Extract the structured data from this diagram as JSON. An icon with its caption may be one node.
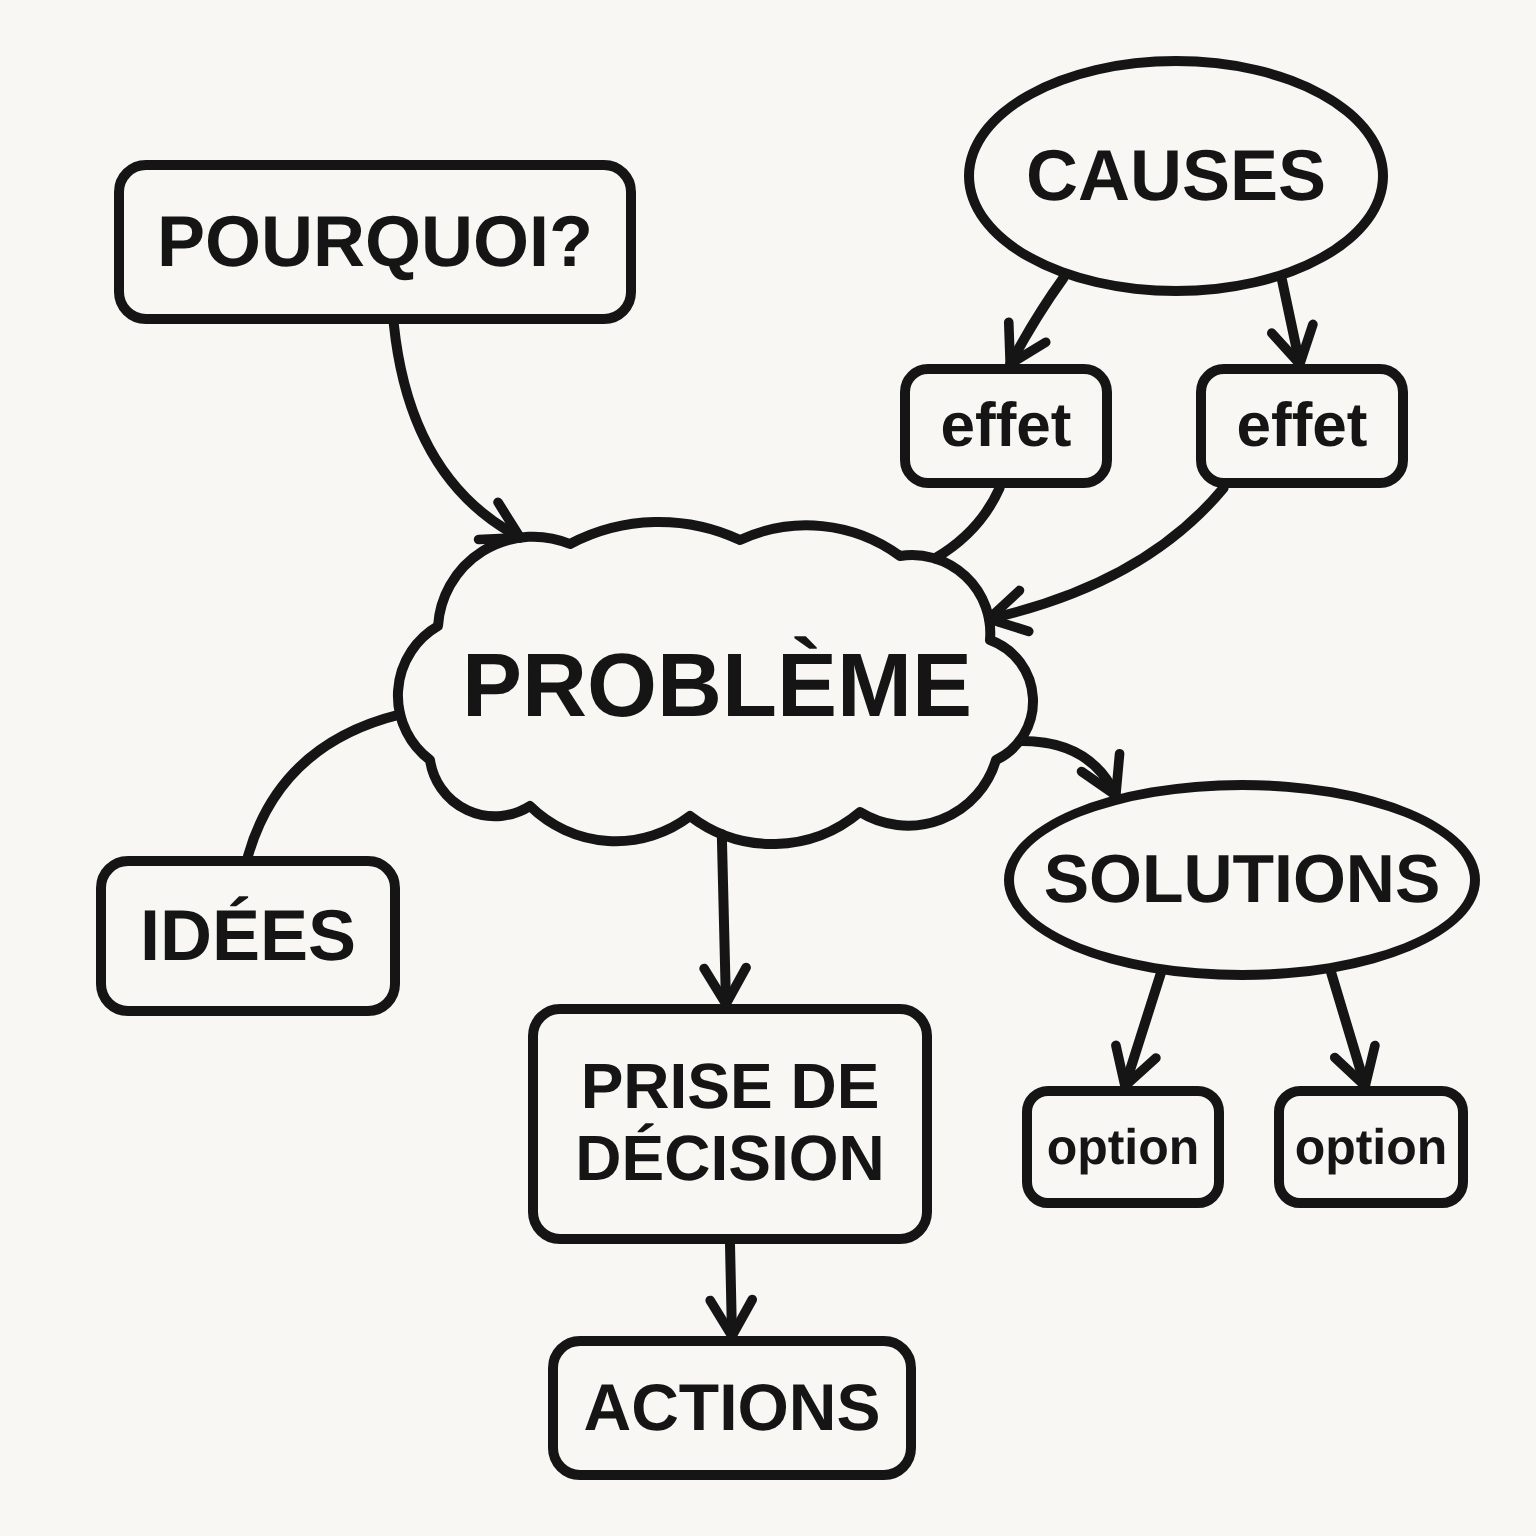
{
  "diagram": {
    "nodes": [
      {
        "text": [
          "POURQUOI?"
        ]
      },
      {
        "text": [
          "CAUSES"
        ]
      },
      {
        "text": [
          "effet"
        ]
      },
      {
        "text": [
          "effet"
        ]
      },
      {
        "text": [
          "PROBLÈME"
        ]
      },
      {
        "text": [
          "IDÉES"
        ]
      },
      {
        "text": [
          "SOLUTIONS"
        ]
      },
      {
        "text": [
          "PRISE DE DÉCISION"
        ]
      },
      {
        "text": [
          "option"
        ]
      },
      {
        "text": [
          "option"
        ]
      },
      {
        "text": [
          "ACTIONS"
        ]
      }
    ],
    "edges": [
      {
        "from": 0,
        "to": 4,
        "arrow": "to"
      },
      {
        "from": 1,
        "to": 2,
        "arrow": "to"
      },
      {
        "from": 1,
        "to": 3,
        "arrow": "to"
      },
      {
        "from": 2,
        "to": 4,
        "arrow": "none"
      },
      {
        "from": 3,
        "to": 4,
        "arrow": "to"
      },
      {
        "from": 4,
        "to": 5,
        "arrow": "none"
      },
      {
        "from": 4,
        "to": 6,
        "arrow": "to"
      },
      {
        "from": 4,
        "to": 7,
        "arrow": "to"
      },
      {
        "from": 6,
        "to": 8,
        "arrow": "to"
      },
      {
        "from": 6,
        "to": 9,
        "arrow": "to"
      },
      {
        "from": 7,
        "to": 10,
        "arrow": "to"
      }
    ]
  }
}
